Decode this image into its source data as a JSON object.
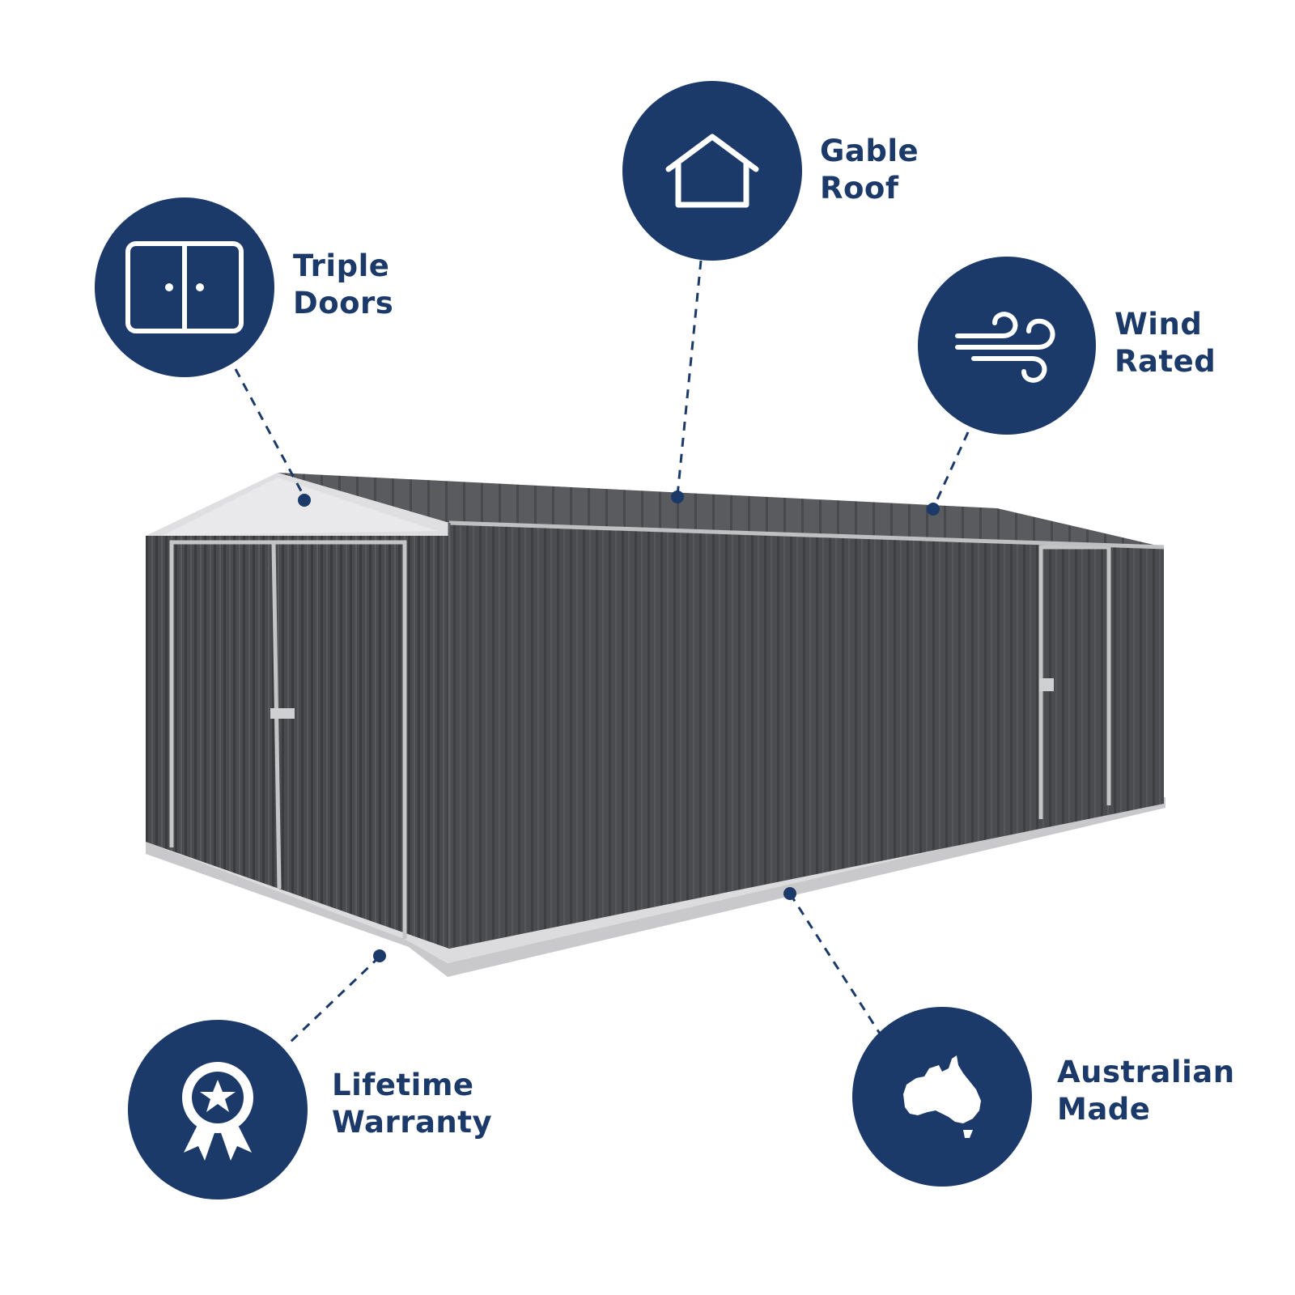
{
  "colors": {
    "accent": "#1c3a69",
    "shed_panel": "#4a4b4e",
    "shed_frame": "#c9cacc",
    "background": "#ffffff"
  },
  "features": {
    "doors": {
      "line1": "Triple",
      "line2": "Doors",
      "icon": "double-door-icon"
    },
    "roof": {
      "line1": "Gable",
      "line2": "Roof",
      "icon": "house-icon"
    },
    "wind": {
      "line1": "Wind",
      "line2": "Rated",
      "icon": "wind-icon"
    },
    "warranty": {
      "line1": "Lifetime",
      "line2": "Warranty",
      "icon": "award-ribbon-icon"
    },
    "made": {
      "line1": "Australian",
      "line2": "Made",
      "icon": "australia-map-icon"
    }
  }
}
